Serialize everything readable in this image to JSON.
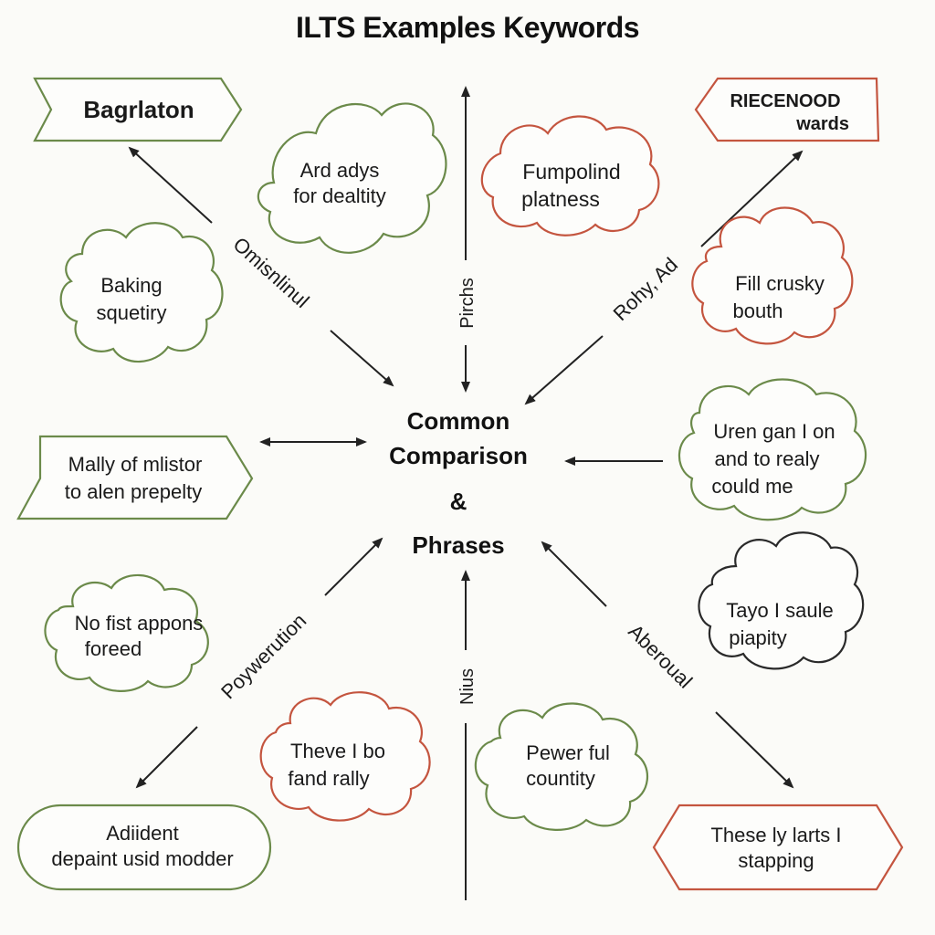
{
  "title": "ILTS Examples Keywords",
  "colors": {
    "green": "#6b8a4a",
    "red": "#c4553f",
    "dark": "#2a2a2a",
    "text": "#1a1a1a"
  },
  "center": {
    "line1": "Common",
    "line2": "Comparison",
    "line3": "&",
    "line4": "Phrases"
  },
  "nodes": {
    "bagrlaton": {
      "text": "Bagrlaton"
    },
    "riecenood": {
      "line1": "RIECENOOD",
      "line2": "wards"
    },
    "ard_adys": {
      "line1": "Ard adys",
      "line2": "for dealtity"
    },
    "fumpolind": {
      "line1": "Fumpolind",
      "line2": "platness"
    },
    "baking": {
      "line1": "Baking",
      "line2": "squetiry"
    },
    "fill_crusky": {
      "line1": "Fill crusky",
      "line2": "bouth"
    },
    "mally": {
      "line1": "Mally of mlistor",
      "line2": "to alen prepelty"
    },
    "uren": {
      "line1": "Uren gan I on",
      "line2": "and to realy",
      "line3": "could me"
    },
    "tayo": {
      "line1": "Tayo I saule",
      "line2": "piapity"
    },
    "no_fist": {
      "line1": "No fist appons",
      "line2": "foreed"
    },
    "theve": {
      "line1": "Theve I bo",
      "line2": "fand rally"
    },
    "pewer": {
      "line1": "Pewer ful",
      "line2": "countity"
    },
    "adiident": {
      "line1": "Adiident",
      "line2": "depaint usid modder"
    },
    "these": {
      "line1": "These ly larts I",
      "line2": "stapping"
    }
  },
  "connectors": {
    "upper_left": "Omisnlinul",
    "top": "Pirchs",
    "upper_right": "Rohy, Ad",
    "lower_left": "Poywerution",
    "bottom": "Nius",
    "lower_right": "Aberoual"
  }
}
